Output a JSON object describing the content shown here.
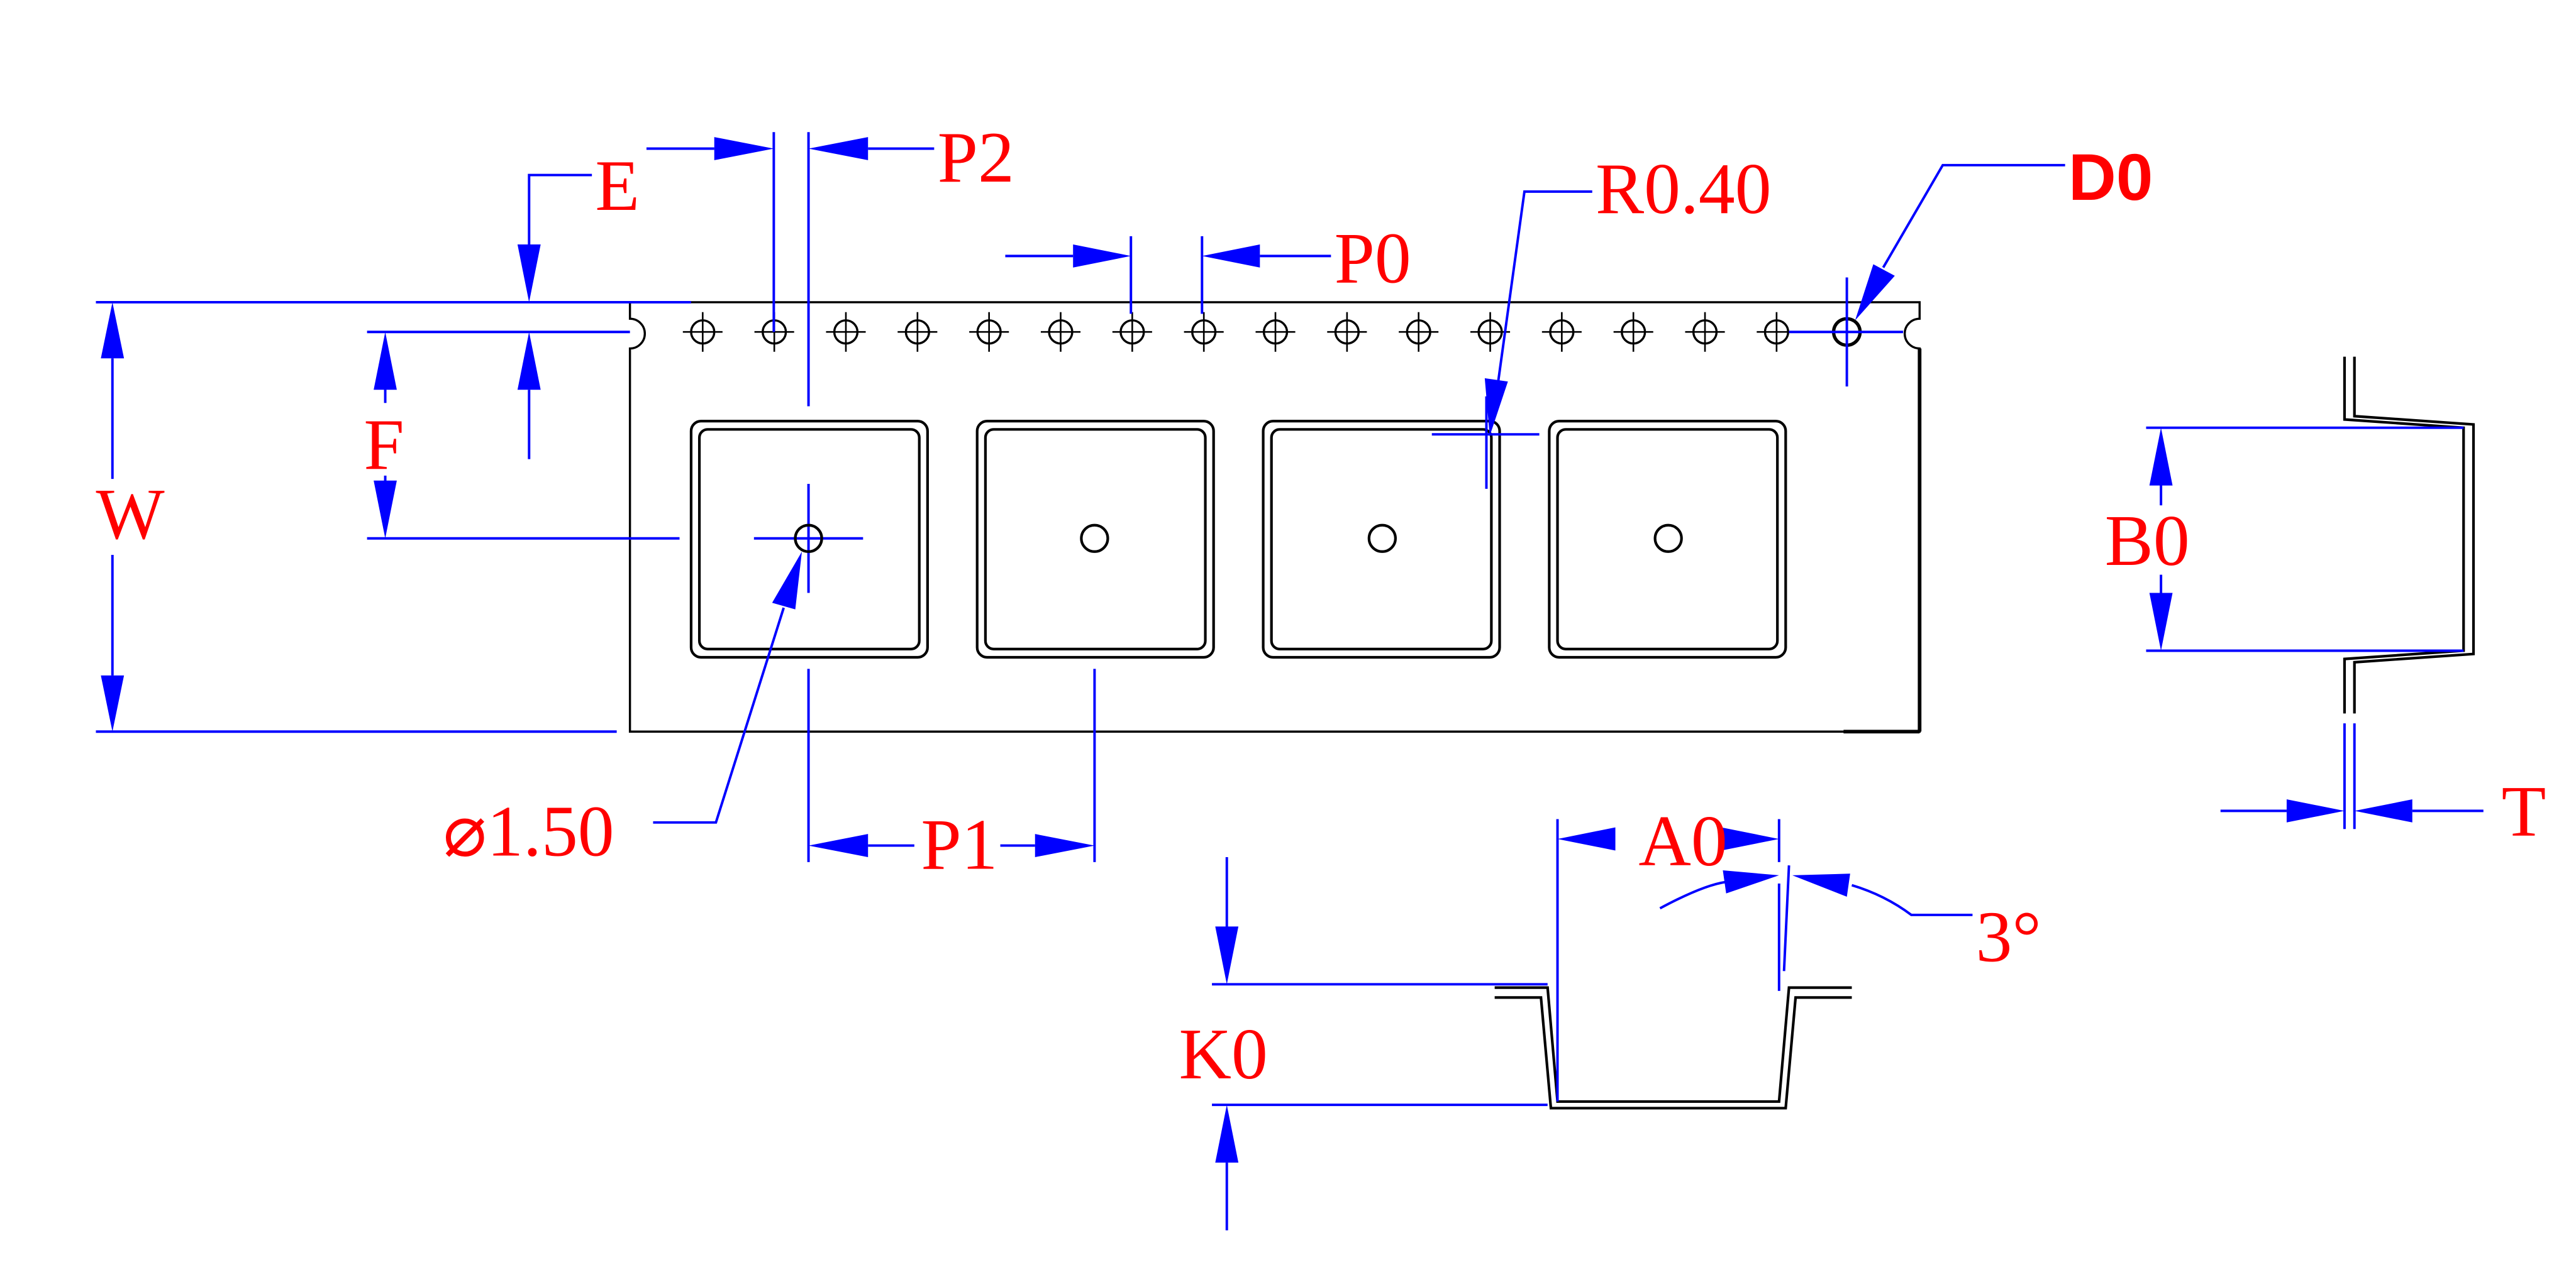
{
  "labels": {
    "e": "E",
    "p2": "P2",
    "p0": "P0",
    "r040": "R0.40",
    "d0": "D0",
    "w": "W",
    "f": "F",
    "dia150": "⌀1.50",
    "p1": "P1",
    "a0": "A0",
    "angle3": "3°",
    "k0": "K0",
    "b0": "B0",
    "t": "T"
  },
  "colors": {
    "outline": "#000000",
    "dimension": "#0000ff",
    "label": "#ff0000"
  }
}
